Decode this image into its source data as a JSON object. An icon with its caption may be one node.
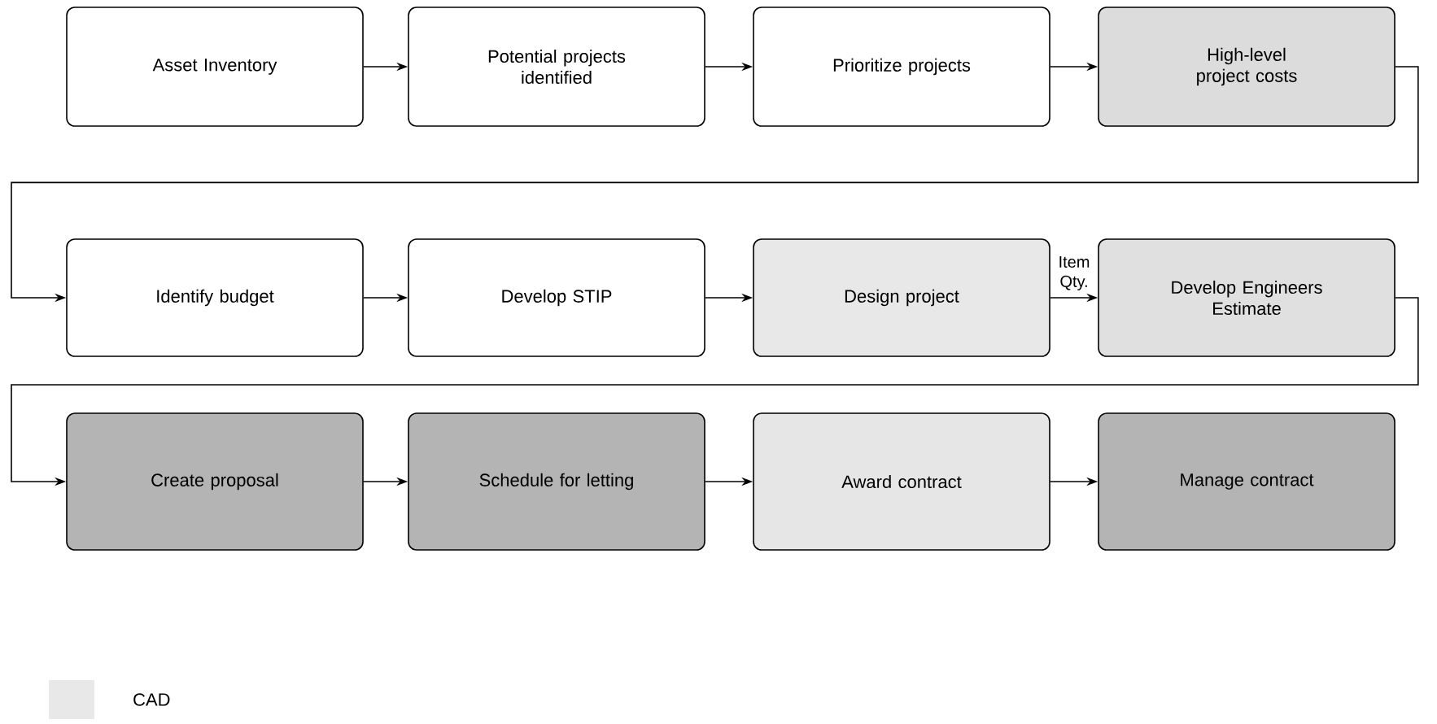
{
  "diagram": {
    "nodes": [
      {
        "text": [
          "Asset Inventory"
        ]
      },
      {
        "text": [
          "Potential projects identified"
        ]
      },
      {
        "text": [
          "Prioritize projects"
        ]
      },
      {
        "text": [
          "High-level project costs"
        ]
      },
      {
        "text": [
          "Identify budget"
        ]
      },
      {
        "text": [
          "Develop STIP"
        ]
      },
      {
        "text": [
          "Design project"
        ]
      },
      {
        "text": [
          "Develop Engineers Estimate"
        ]
      },
      {
        "text": [
          "Create proposal"
        ]
      },
      {
        "text": [
          "Schedule for letting"
        ]
      },
      {
        "text": [
          "Award contract"
        ]
      },
      {
        "text": [
          "Manage contract"
        ]
      }
    ],
    "edges": [
      {
        "from": 0,
        "to": 1,
        "arrow": "to"
      },
      {
        "from": 1,
        "to": 2,
        "arrow": "to"
      },
      {
        "from": 2,
        "to": 3,
        "arrow": "to"
      },
      {
        "from": 3,
        "to": 4,
        "arrow": "to"
      },
      {
        "from": 4,
        "to": 5,
        "arrow": "to"
      },
      {
        "from": 5,
        "to": 6,
        "arrow": "to"
      },
      {
        "from": 6,
        "to": 7,
        "arrow": "to",
        "label": "Item Qty."
      },
      {
        "from": 7,
        "to": 8,
        "arrow": "to"
      },
      {
        "from": 8,
        "to": 9,
        "arrow": "to"
      },
      {
        "from": 9,
        "to": 10,
        "arrow": "to"
      },
      {
        "from": 10,
        "to": 11,
        "arrow": "to"
      }
    ],
    "legend": [
      {
        "text": "CAD",
        "color": "#e8e8e8"
      }
    ]
  }
}
